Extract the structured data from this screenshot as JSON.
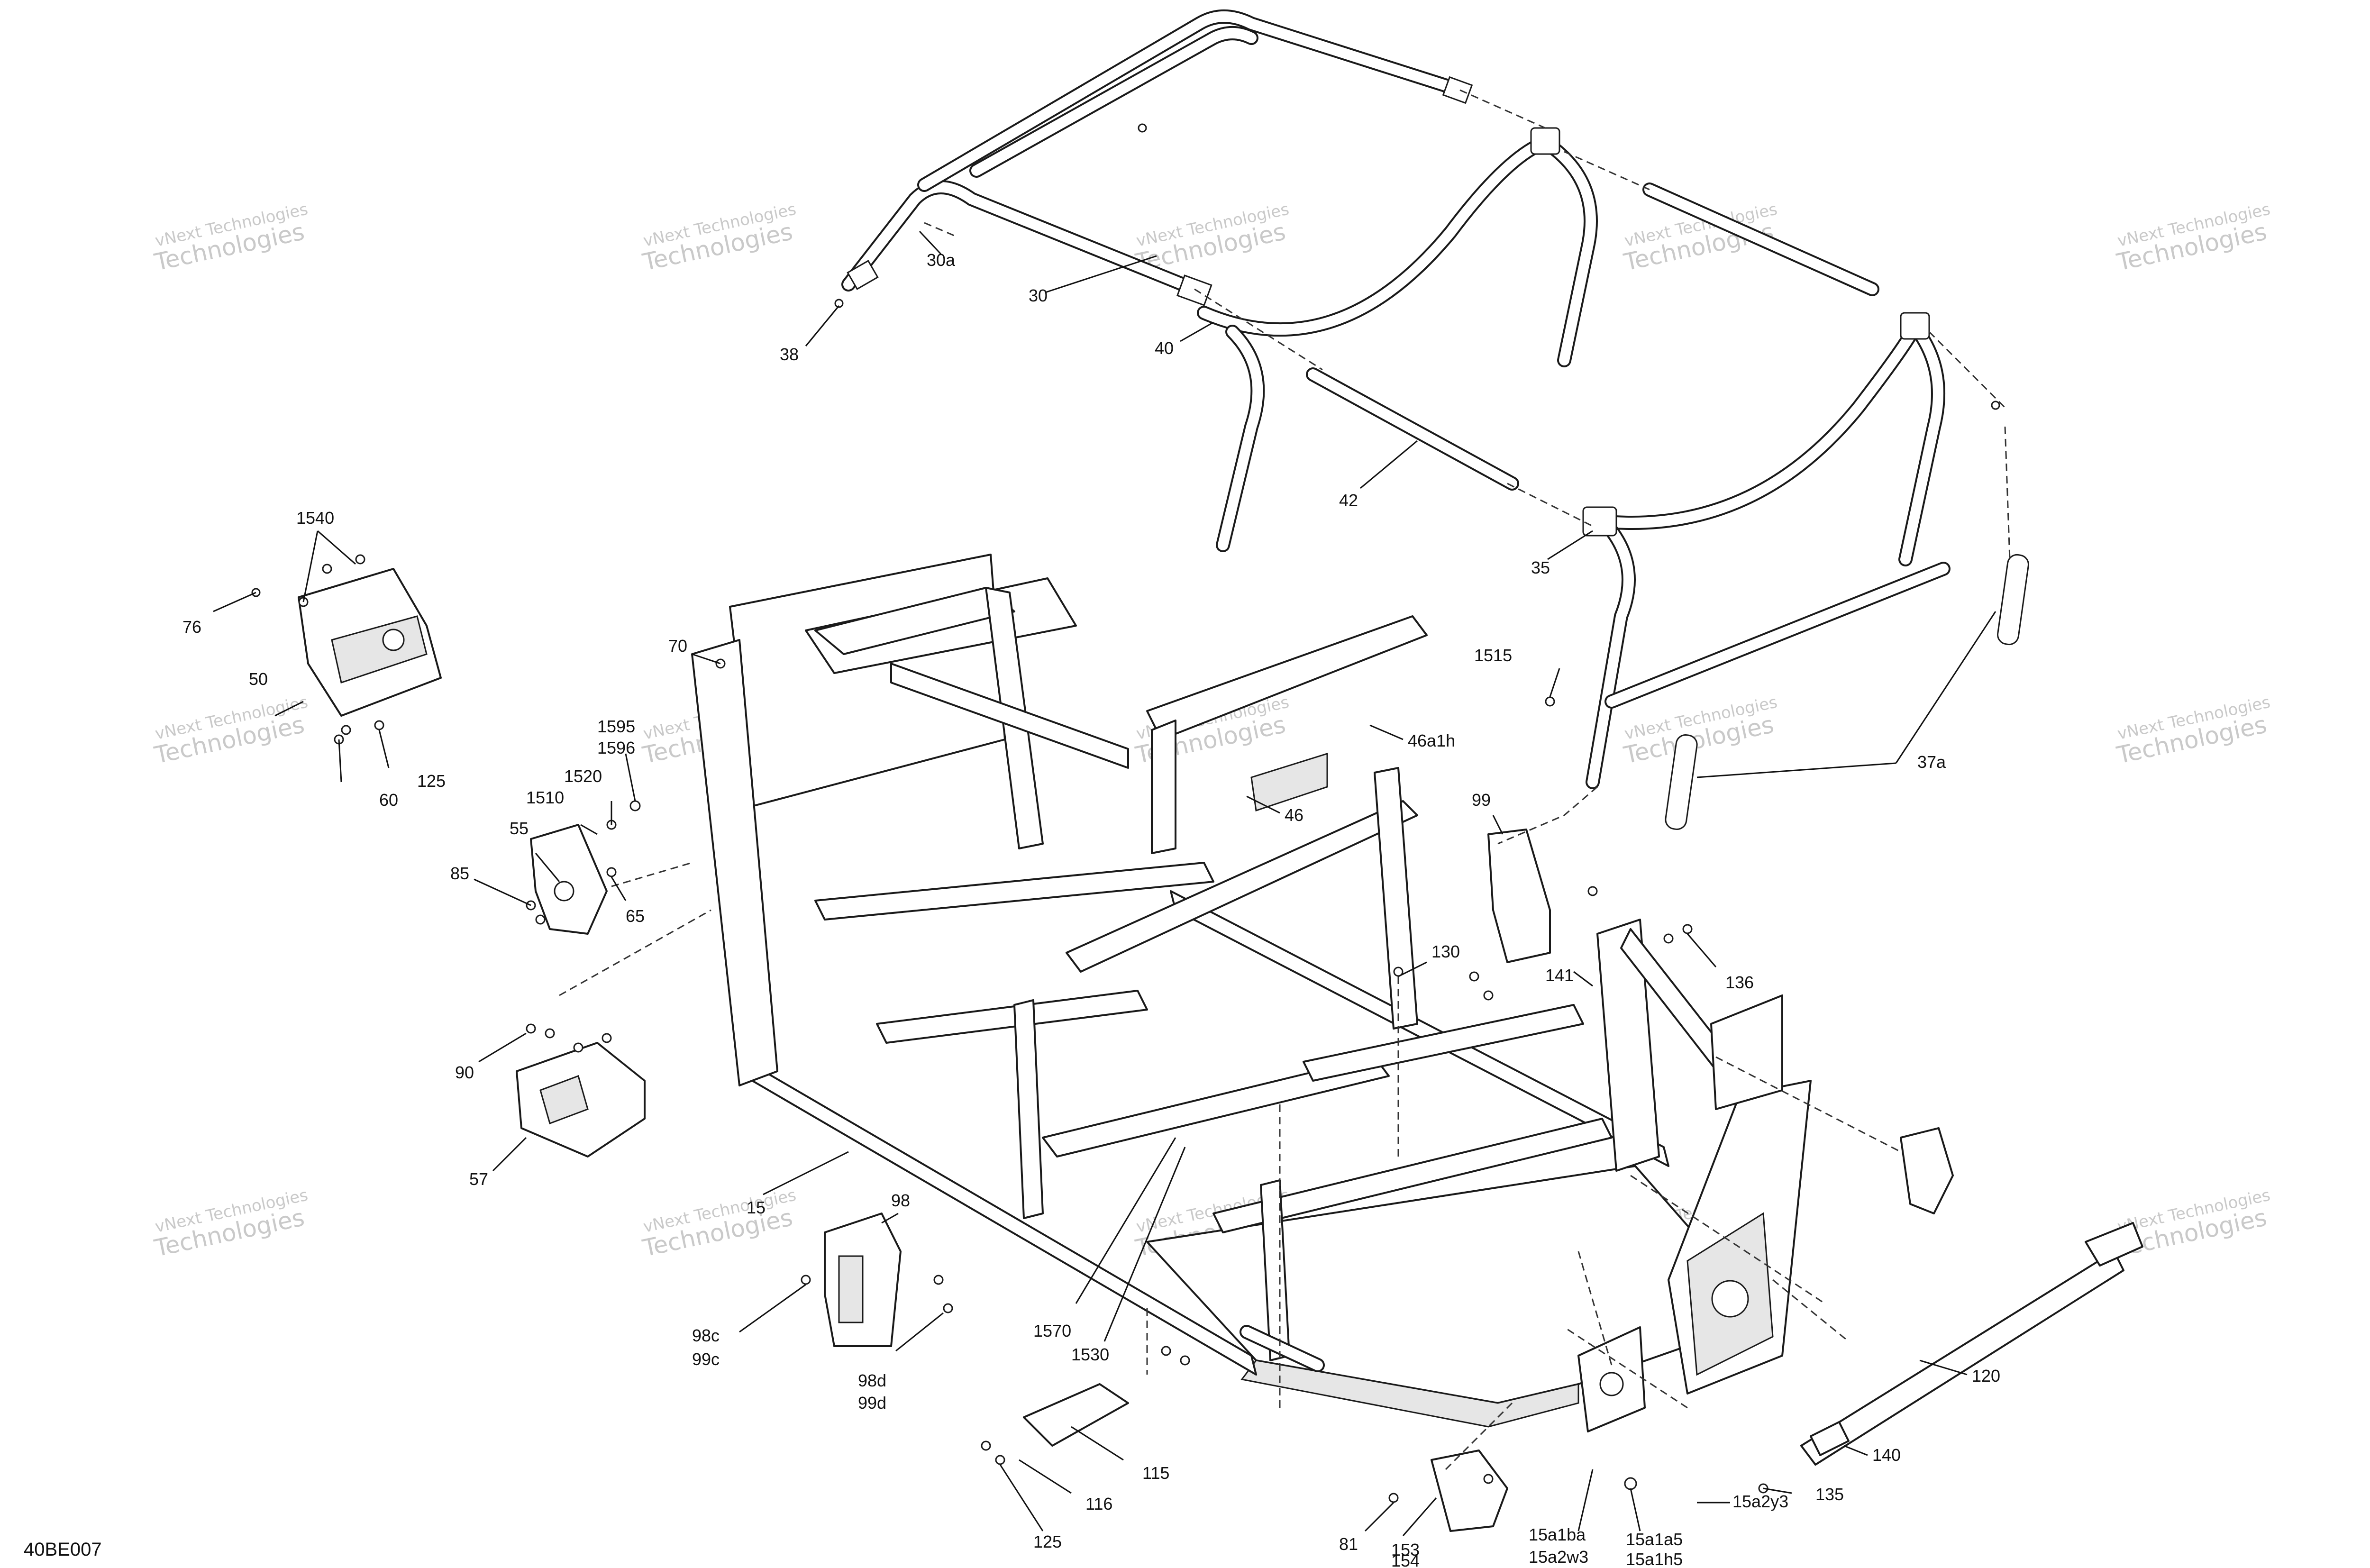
{
  "diagram_code": "40BE007",
  "watermark_lines": [
    "vNext Technologies",
    "Technologies"
  ],
  "colors": {
    "ink": "#111111",
    "watermark": "#c9c9c9",
    "background": "#ffffff"
  },
  "labels": {
    "p30a": "30a",
    "p30": "30",
    "p38": "38",
    "p40": "40",
    "p42": "42",
    "p35": "35",
    "p1515": "1515",
    "p37a": "37a",
    "p46a1h": "46a1h",
    "p46": "46",
    "p99": "99",
    "p130": "130",
    "p141": "141",
    "p136": "136",
    "p1540": "1540",
    "p76": "76",
    "p50": "50",
    "p60": "60",
    "p125a": "125",
    "p70": "70",
    "p1595": "1595",
    "p1596": "1596",
    "p1520": "1520",
    "p1510": "1510",
    "p55": "55",
    "p85": "85",
    "p65": "65",
    "p90": "90",
    "p57": "57",
    "p15": "15",
    "p98": "98",
    "p98c": "98c",
    "p99c": "99c",
    "p98d": "98d",
    "p99d": "99d",
    "p1570": "1570",
    "p1530": "1530",
    "p115": "115",
    "p116": "116",
    "p125b": "125",
    "p81": "81",
    "p153": "153",
    "p154": "154",
    "p15a1ba": "15a1ba",
    "p15a2w3": "15a2w3",
    "p15a1a5": "15a1a5",
    "p15a1h5": "15a1h5",
    "p15a2y3": "15a2y3",
    "p135": "135",
    "p140": "140",
    "p120": "120"
  }
}
